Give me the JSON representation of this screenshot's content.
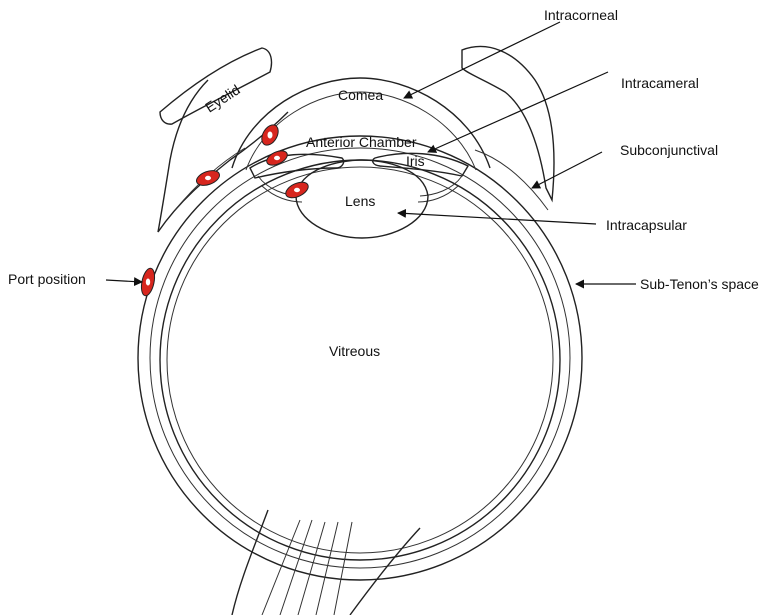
{
  "labels": {
    "intracorneal": "Intracorneal",
    "intracameral": "Intracameral",
    "subconjunctival": "Subconjunctival",
    "intracapsular": "Intracapsular",
    "sub_tenon": "Sub-Tenon’s space",
    "port_position": "Port position",
    "eyelid": "Eyelid",
    "cornea": "Comea",
    "anterior_chamber": "Anterior Chamber",
    "iris": "Iris",
    "lens": "Lens",
    "vitreous": "Vitreous"
  },
  "colors": {
    "port_fill": "#d7261e",
    "outline": "#222222"
  }
}
